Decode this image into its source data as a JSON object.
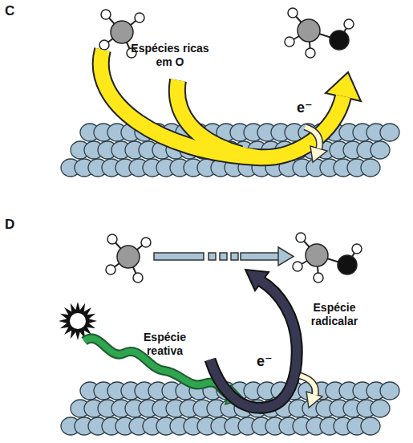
{
  "diagram": {
    "labels": [
      "C",
      "Espécies ricas em O",
      "e⁻",
      "D",
      "Espécie reativa",
      "Espécie radicalar",
      "e⁻"
    ]
  }
}
